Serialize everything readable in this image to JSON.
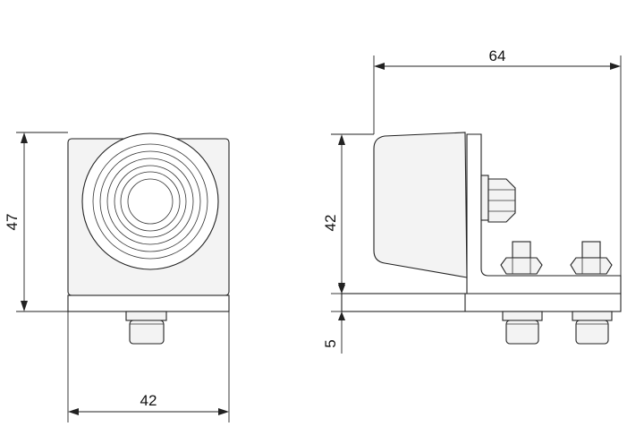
{
  "front_view": {
    "height_dim": "47",
    "width_dim": "42"
  },
  "side_view": {
    "length_dim": "64",
    "height_dim": "42",
    "plate_dim": "5"
  }
}
